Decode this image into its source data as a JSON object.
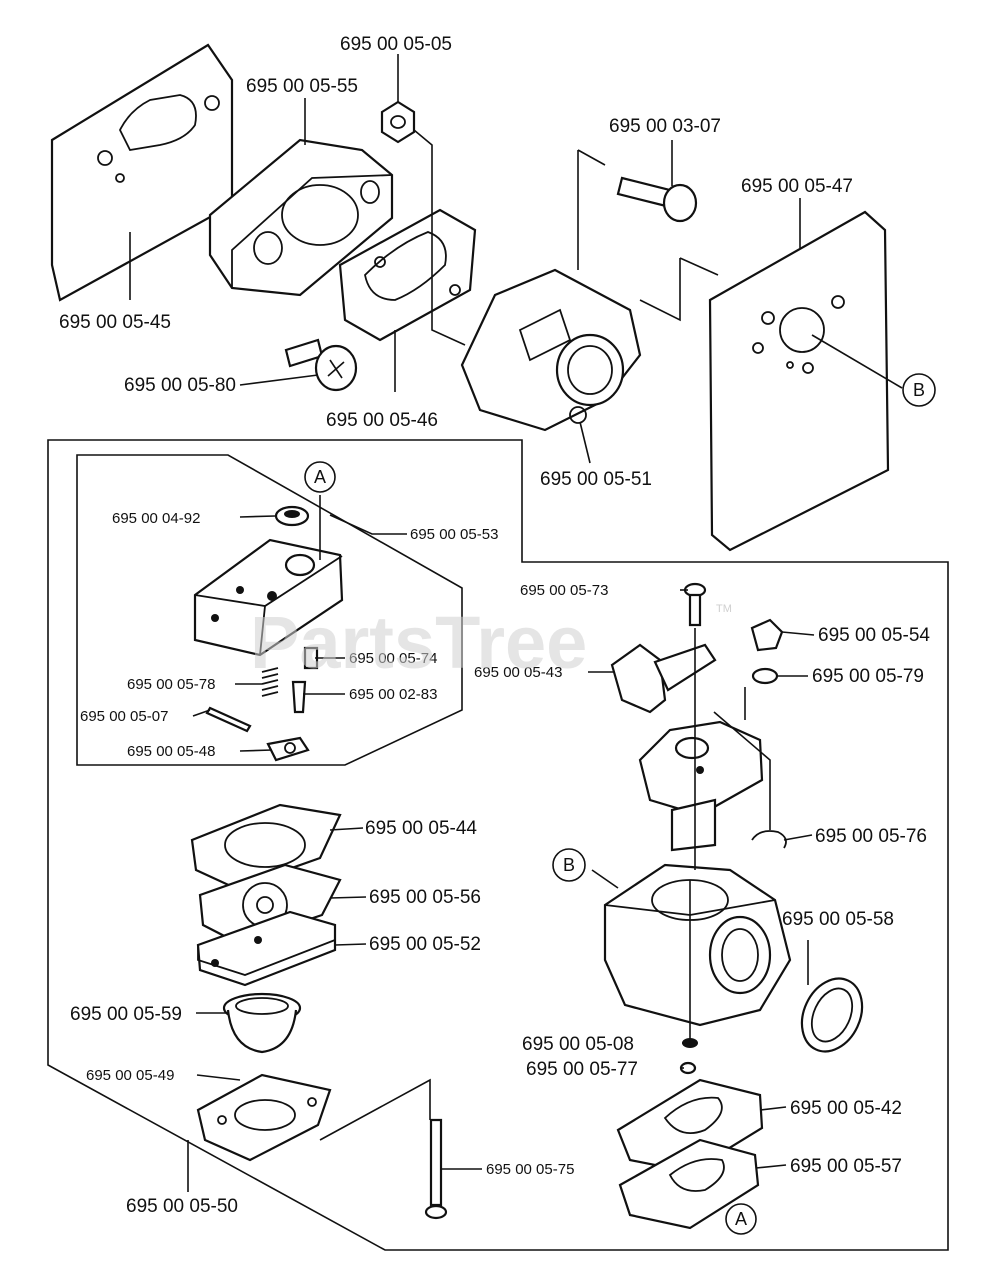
{
  "watermark": {
    "text": "PartsTree",
    "trademark": "TM"
  },
  "callouts": {
    "a_top": "A",
    "a_bottom": "A",
    "b_right": "B",
    "b_left": "B"
  },
  "parts": {
    "p_05_05": "695 00 05-05",
    "p_05_55": "695 00 05-55",
    "p_03_07": "695 00 03-07",
    "p_05_47": "695 00 05-47",
    "p_05_45": "695 00 05-45",
    "p_05_80": "695 00 05-80",
    "p_05_46": "695 00 05-46",
    "p_05_51": "695 00 05-51",
    "p_04_92": "695 00 04-92",
    "p_05_53": "695 00 05-53",
    "p_05_74": "695 00 05-74",
    "p_05_78": "695 00 05-78",
    "p_02_83": "695 00 02-83",
    "p_05_07": "695 00 05-07",
    "p_05_48": "695 00 05-48",
    "p_05_73": "695 00 05-73",
    "p_05_54": "695 00 05-54",
    "p_05_43": "695 00 05-43",
    "p_05_79": "695 00 05-79",
    "p_05_76": "695 00 05-76",
    "p_05_44": "695 00 05-44",
    "p_05_56": "695 00 05-56",
    "p_05_52": "695 00 05-52",
    "p_05_58": "695 00 05-58",
    "p_05_59": "695 00 05-59",
    "p_05_08": "695 00 05-08",
    "p_05_77": "695 00 05-77",
    "p_05_49": "695 00 05-49",
    "p_05_42": "695 00 05-42",
    "p_05_57": "695 00 05-57",
    "p_05_75": "695 00 05-75",
    "p_05_50": "695 00 05-50"
  }
}
